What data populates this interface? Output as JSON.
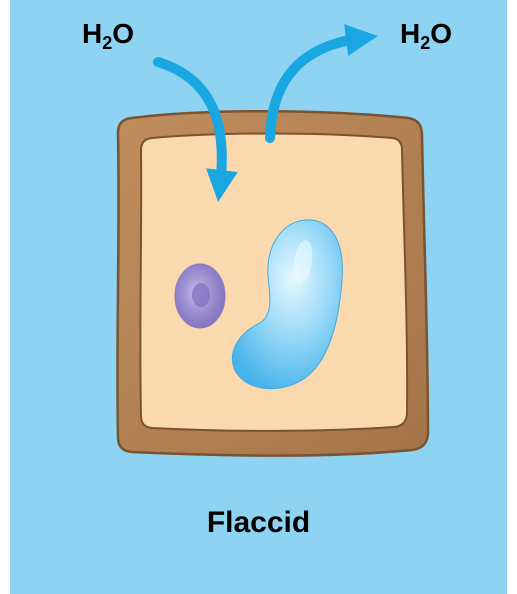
{
  "labels": {
    "left_molecule": {
      "main": "H",
      "sub": "2",
      "tail": "O"
    },
    "right_molecule": {
      "main": "H",
      "sub": "2",
      "tail": "O"
    }
  },
  "caption": "Flaccid",
  "colors": {
    "background": "#8fd3f3",
    "cell_wall": "#b0804f",
    "cytoplasm": "#fbd9ae",
    "vacuole": "#8fd6f7",
    "nucleus": "#9d90d0",
    "arrow": "#1aa6e0"
  },
  "icons": {
    "arrow_in": "arrow-into-cell",
    "arrow_out": "arrow-out-of-cell"
  }
}
